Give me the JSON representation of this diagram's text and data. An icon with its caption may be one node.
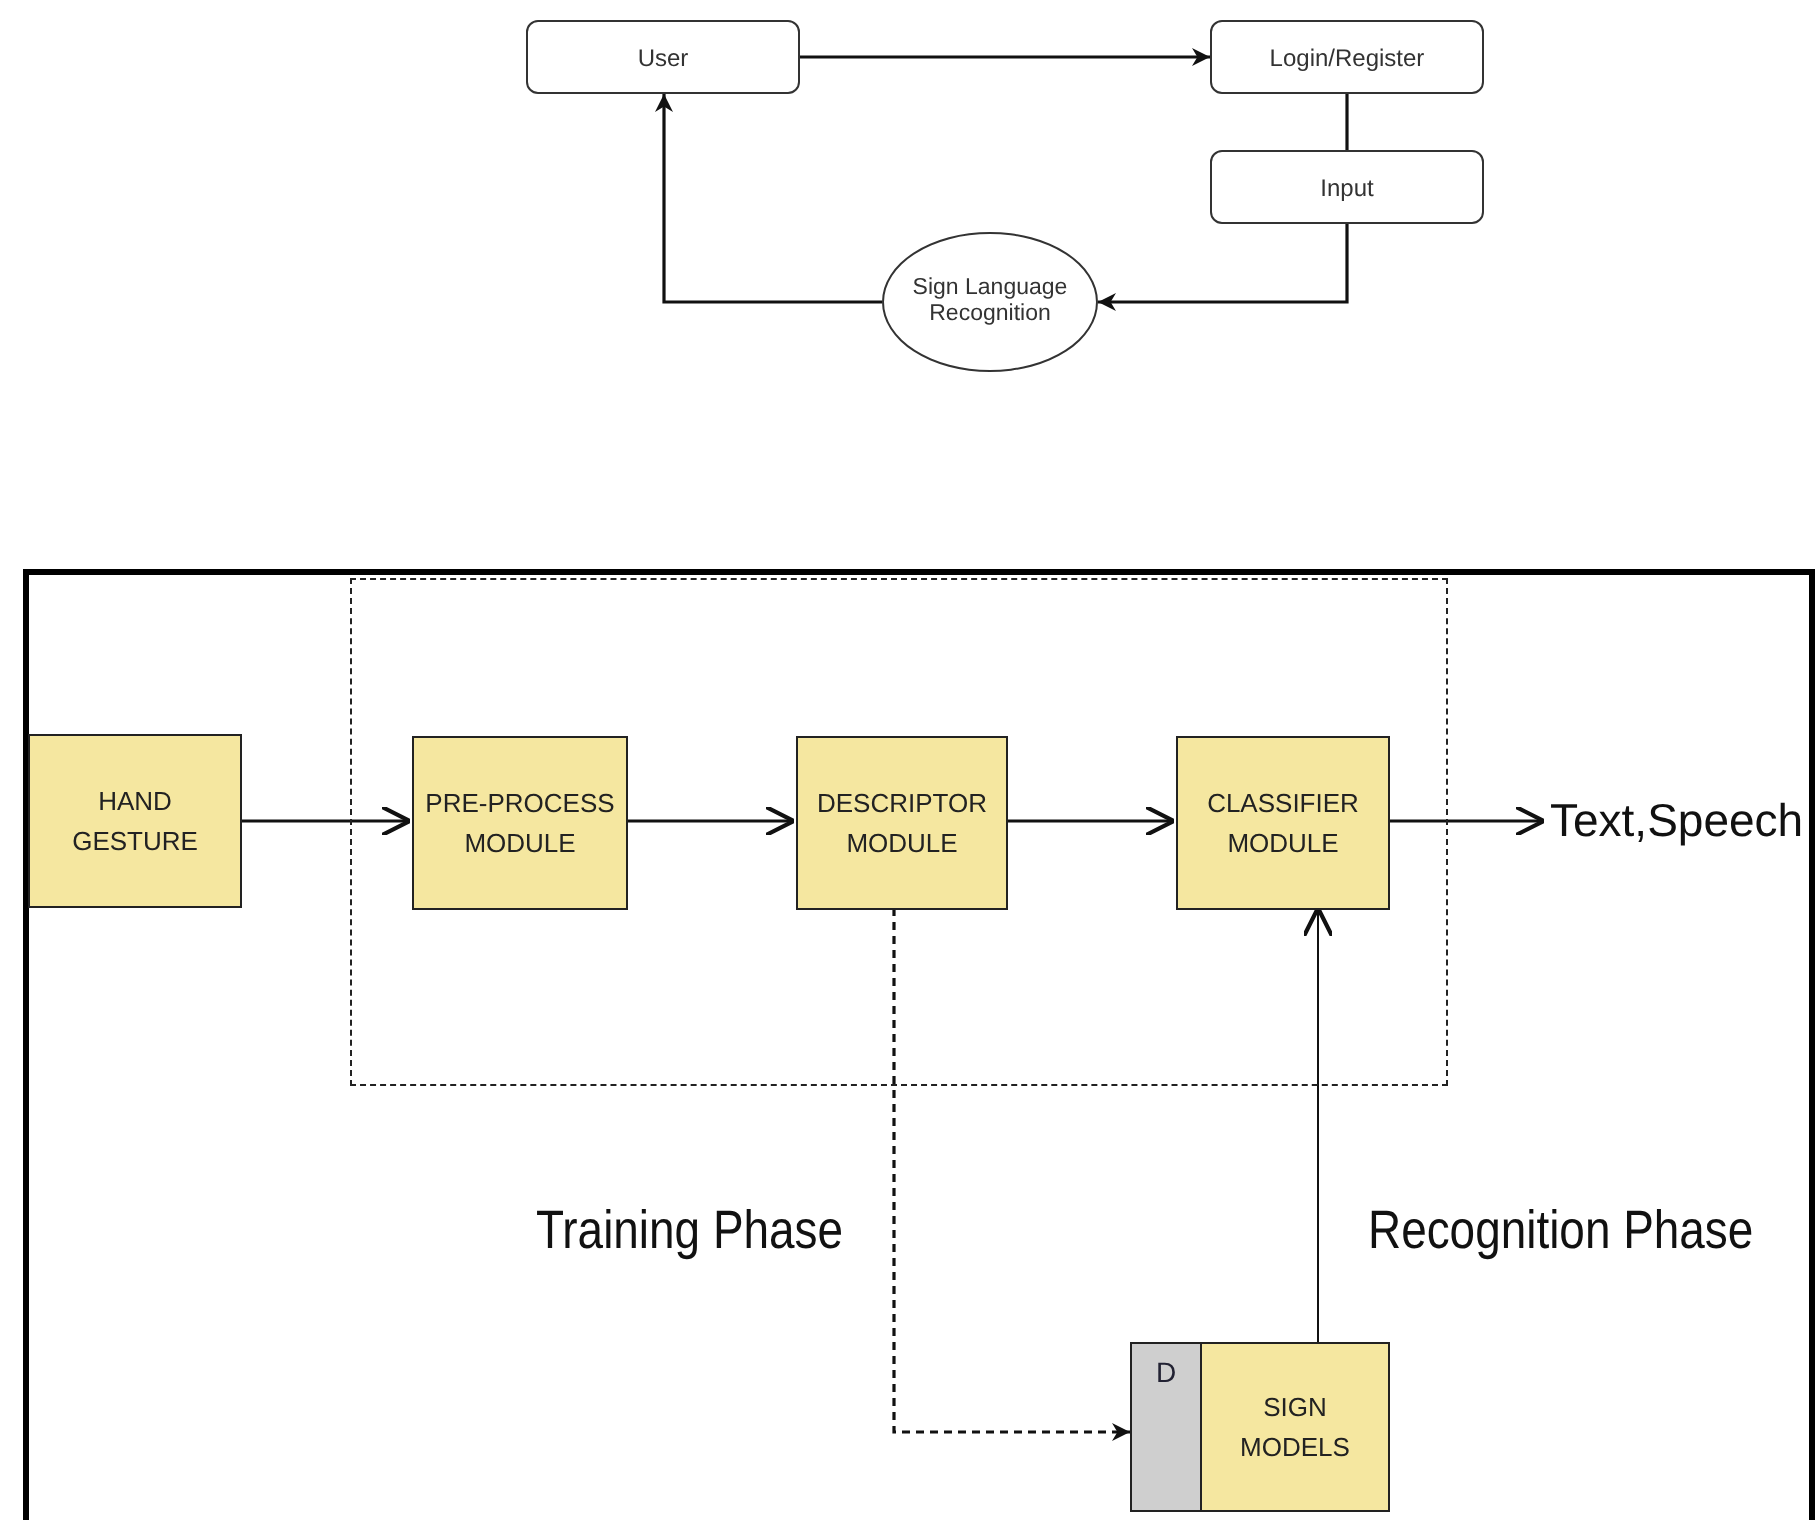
{
  "diagram": {
    "nodes": [
      {
        "text": [
          "User"
        ]
      },
      {
        "text": [
          "Login/Register"
        ]
      },
      {
        "text": [
          "Input"
        ]
      },
      {
        "text": [
          "Sign Language Recognition"
        ]
      },
      {
        "text": [],
        "shape": "box"
      },
      {
        "text": [
          "HAND GESTURE"
        ]
      },
      {
        "text": [
          "PRE-PROCESS MODULE"
        ],
        "in": 4
      },
      {
        "text": [
          "DESCRIPTOR MODULE"
        ],
        "in": 4
      },
      {
        "text": [
          "CLASSIFIER MODULE"
        ],
        "in": 4
      },
      {
        "text": [
          "Text,Speech"
        ]
      },
      {
        "text": [
          "D",
          "SIGN MODELS"
        ]
      }
    ],
    "edges": [
      {
        "from": 0,
        "to": 1,
        "arrow": "to"
      },
      {
        "from": 1,
        "to": 2,
        "arrow": "none"
      },
      {
        "from": 2,
        "to": 3,
        "arrow": "to"
      },
      {
        "from": 3,
        "to": 0,
        "arrow": "to"
      },
      {
        "from": 5,
        "to": 6,
        "arrow": "to"
      },
      {
        "from": 6,
        "to": 7,
        "arrow": "to"
      },
      {
        "from": 7,
        "to": 8,
        "arrow": "to"
      },
      {
        "from": 8,
        "to": 9,
        "arrow": "to"
      },
      {
        "from": 7,
        "to": 10,
        "arrow": "to",
        "style": "dashed"
      },
      {
        "from": 10,
        "to": 8,
        "arrow": "to"
      }
    ],
    "labels": [
      "Training Phase",
      "Recognition Phase"
    ]
  }
}
